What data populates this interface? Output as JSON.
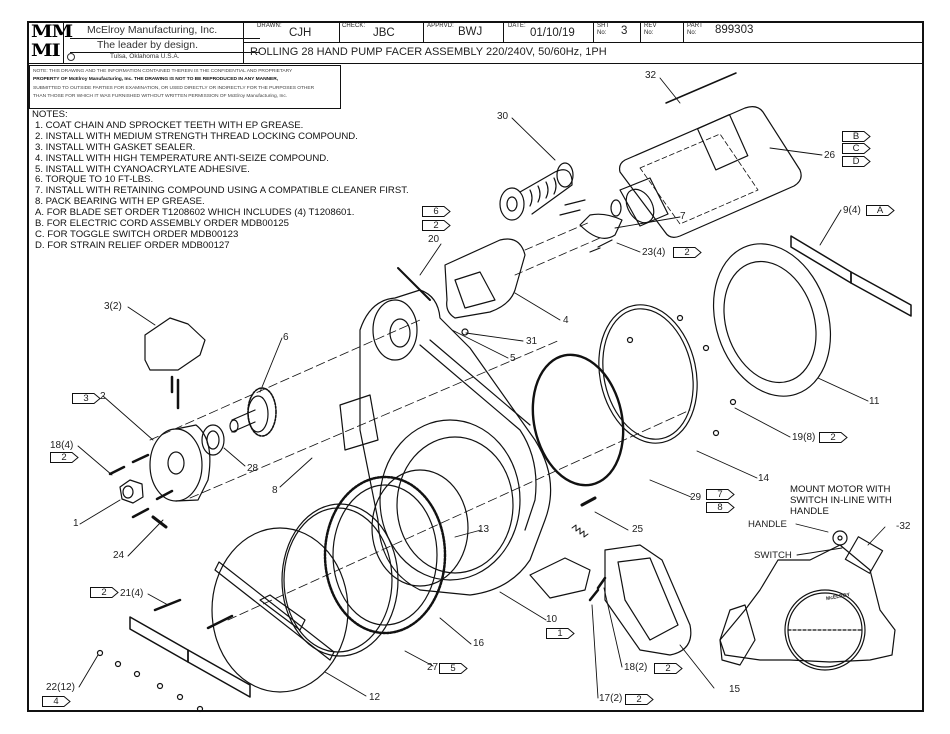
{
  "title_block": {
    "logo_lines": [
      "MM",
      "MI"
    ],
    "company": "McElroy Manufacturing, Inc.",
    "slogan": "The leader by design.",
    "location": "Tulsa, Oklahoma U.S.A.",
    "drawn_label": "DRAWN:",
    "drawn_value": "CJH",
    "check_label": "CHECK:",
    "check_value": "JBC",
    "apprvd_label": "APPRVD:",
    "apprvd_value": "BWJ",
    "date_label": "DATE:",
    "date_value": "01/10/19",
    "sht_label_1": "SHT",
    "sht_label_2": "No:",
    "sht_value": "3",
    "rev_label_1": "REV",
    "rev_label_2": "No:",
    "rev_value": "",
    "part_label_1": "PART",
    "part_label_2": "No:",
    "part_value": "899303",
    "drawing_title": "ROLLING 28 HAND PUMP FACER ASSEMBLY 220/240V, 50/60Hz, 1PH"
  },
  "confidential_notice": {
    "line1": "NOTE: THIS DRAWING AND THE INFORMATION CONTAINED THEREIN IS THE CONFIDENTIAL AND PROPRIETARY",
    "line2": "PROPERTY OF McElroy Manufacturing, Inc. THE DRAWING IS NOT TO BE REPRODUCED IN ANY MANNER,",
    "line3": "SUBMITTED TO OUTSIDE PARTIES FOR EXAMINATION, OR USED DIRECTLY OR INDIRECTLY FOR THE PURPOSES OTHER",
    "line4": "THAN THOSE FOR WHICH IT WAS FURNISHED WITHOUT WRITTEN PERMISSION OF McElroy Manufacturing, Inc."
  },
  "notes": {
    "heading": "NOTES:",
    "items": [
      "1. COAT CHAIN AND SPROCKET TEETH WITH EP GREASE.",
      "2. INSTALL WITH MEDIUM STRENGTH THREAD LOCKING COMPOUND.",
      "3. INSTALL WITH GASKET SEALER.",
      "4. INSTALL WITH HIGH TEMPERATURE ANTI-SEIZE COMPOUND.",
      "5. INSTALL WITH CYANOACRYLATE ADHESIVE.",
      "6. TORQUE TO 10 FT-LBS.",
      "7. INSTALL WITH RETAINING COMPOUND USING A COMPATIBLE CLEANER FIRST.",
      "8. PACK BEARING WITH EP GREASE.",
      "A. FOR BLADE SET ORDER T1208602 WHICH INCLUDES  (4) T1208601.",
      "B. FOR ELECTRIC CORD ASSEMBLY ORDER MDB00125",
      "C. FOR TOGGLE SWITCH ORDER MDB00123",
      "D. FOR STRAIN RELIEF ORDER MDB00127"
    ]
  },
  "callouts": [
    {
      "id": "c32",
      "text": "32"
    },
    {
      "id": "c30",
      "text": "30"
    },
    {
      "id": "c26",
      "text": "26"
    },
    {
      "id": "c7",
      "text": "7"
    },
    {
      "id": "c9",
      "text": "9(4)"
    },
    {
      "id": "c20",
      "text": "20"
    },
    {
      "id": "c23",
      "text": "23(4)"
    },
    {
      "id": "c4",
      "text": "4"
    },
    {
      "id": "c31",
      "text": "31"
    },
    {
      "id": "c5",
      "text": "5"
    },
    {
      "id": "c3",
      "text": "3(2)"
    },
    {
      "id": "c6",
      "text": "6"
    },
    {
      "id": "c2",
      "text": "2"
    },
    {
      "id": "c18a",
      "text": "18(4)"
    },
    {
      "id": "c28",
      "text": "28"
    },
    {
      "id": "c8",
      "text": "8"
    },
    {
      "id": "c1",
      "text": "1"
    },
    {
      "id": "c24",
      "text": "24"
    },
    {
      "id": "c11",
      "text": "11"
    },
    {
      "id": "c19",
      "text": "19(8)"
    },
    {
      "id": "c14",
      "text": "14"
    },
    {
      "id": "c29",
      "text": "29"
    },
    {
      "id": "c13",
      "text": "13"
    },
    {
      "id": "c25",
      "text": "25"
    },
    {
      "id": "c21",
      "text": "21(4)"
    },
    {
      "id": "c10",
      "text": "10"
    },
    {
      "id": "c16",
      "text": "16"
    },
    {
      "id": "c27",
      "text": "27"
    },
    {
      "id": "c18b",
      "text": "18(2)"
    },
    {
      "id": "c15",
      "text": "15"
    },
    {
      "id": "c22",
      "text": "22(12)"
    },
    {
      "id": "c12",
      "text": "12"
    },
    {
      "id": "c17",
      "text": "17(2)"
    },
    {
      "id": "c32b",
      "text": "-32"
    }
  ],
  "note_flags": {
    "f26b": "B",
    "f26c": "C",
    "f26d": "D",
    "f9": "A",
    "f20a": "6",
    "f20b": "2",
    "f23": "2",
    "f2": "3",
    "f18a": "2",
    "f19": "2",
    "f29a": "7",
    "f29b": "8",
    "f21": "2",
    "f10": "1",
    "f27": "5",
    "f18b": "2",
    "f22": "4",
    "f17": "2"
  },
  "inset": {
    "note_line1": "MOUNT MOTOR WITH",
    "note_line2": "SWITCH IN-LINE WITH",
    "note_line3": "HANDLE",
    "handle_label": "HANDLE",
    "switch_label": "SWITCH",
    "brand_text": "McELROY"
  }
}
